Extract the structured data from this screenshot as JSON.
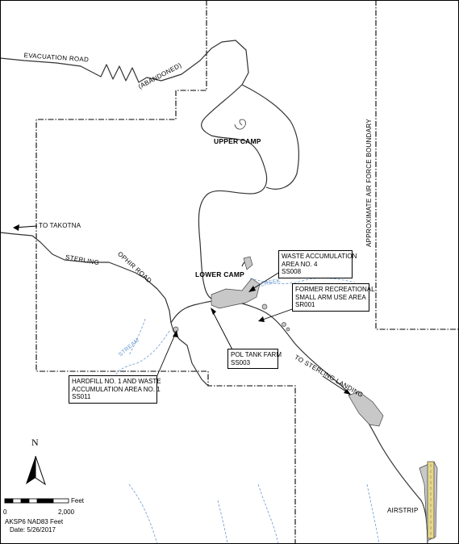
{
  "labels": {
    "evacuation_road": "EVACUATION ROAD",
    "abandoned": "(ABANDONED)",
    "upper_camp": "UPPER CAMP",
    "lower_camp": "LOWER CAMP",
    "to_takotna": "TO TAKOTNA",
    "sterling": "STERLING",
    "ophir_road": "OPHIR ROAD",
    "stream": "STREAM",
    "creek": "CREEK",
    "to_sterling_landing": "TO STERLING LANDING",
    "airstrip": "AIRSTRIP",
    "boundary": "APPROXIMATE AIR FORCE BOUNDARY"
  },
  "callouts": {
    "waste4": {
      "line1": "WASTE ACCUMULATION",
      "line2": "AREA NO. 4",
      "line3": "SS008"
    },
    "range": {
      "line1": "FORMER RECREATIONAL",
      "line2": "SMALL ARM USE AREA",
      "line3": "SR001"
    },
    "pol": {
      "line1": "POL TANK FARM",
      "line2": "SS003"
    },
    "hardfill": {
      "line1": "HARDFILL NO. 1 AND WASTE",
      "line2": "ACCUMULATION AREA NO. 1",
      "line3": "SS011"
    }
  },
  "north_arrow": {
    "label": "N"
  },
  "scale_bar": {
    "zero": "0",
    "max": "2,000",
    "unit": "Feet"
  },
  "meta": {
    "projection": "AKSP6 NAD83 Feet",
    "date": "Date: 5/26/2017"
  },
  "colors": {
    "stream": "#6a9bd1",
    "facility_fill": "#c8c8c8",
    "road": "#333333"
  }
}
